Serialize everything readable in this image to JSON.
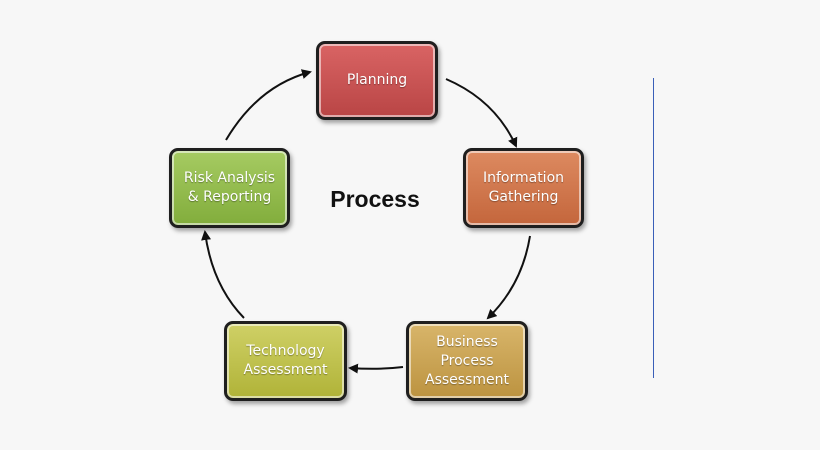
{
  "diagram": {
    "center_label": "Process",
    "nodes": [
      {
        "id": "planning",
        "label": "Planning",
        "color": "#c85050"
      },
      {
        "id": "information-gathering",
        "label": "Information\nGathering",
        "color": "#d07248"
      },
      {
        "id": "business-process-assessment",
        "label": "Business\nProcess\nAssessment",
        "color": "#c9a24f"
      },
      {
        "id": "technology-assessment",
        "label": "Technology\nAssessment",
        "color": "#c0c247"
      },
      {
        "id": "risk-analysis-reporting",
        "label": "Risk Analysis\n& Reporting",
        "color": "#92bb4a"
      }
    ],
    "edges": [
      {
        "from": "planning",
        "to": "information-gathering"
      },
      {
        "from": "information-gathering",
        "to": "business-process-assessment"
      },
      {
        "from": "business-process-assessment",
        "to": "technology-assessment"
      },
      {
        "from": "technology-assessment",
        "to": "risk-analysis-reporting"
      },
      {
        "from": "risk-analysis-reporting",
        "to": "planning"
      }
    ],
    "divider_color": "#3a5fb8"
  }
}
